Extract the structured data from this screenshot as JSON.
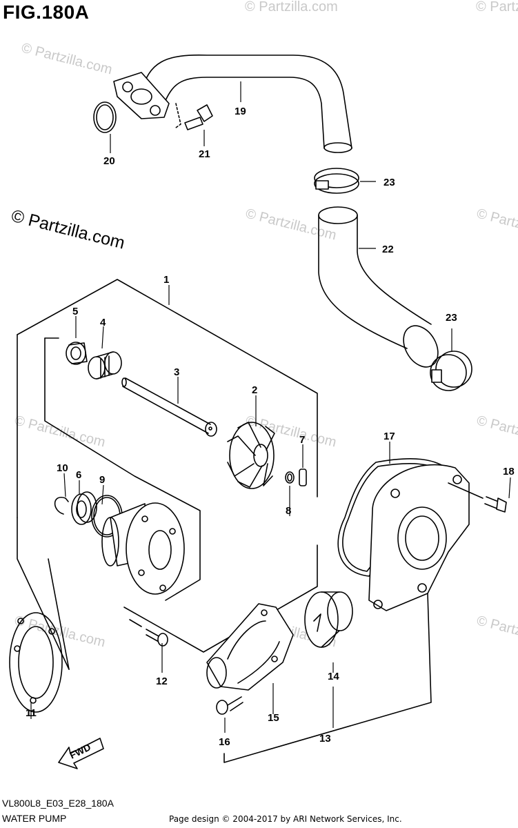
{
  "figure_title": "FIG.180A",
  "watermark_large": "© Partzilla.com",
  "watermark_small": "© Partzilla.com",
  "fwd_label": "FWD",
  "callouts": [
    "1",
    "2",
    "3",
    "4",
    "5",
    "6",
    "7",
    "8",
    "9",
    "10",
    "11",
    "12",
    "13",
    "14",
    "15",
    "16",
    "17",
    "18",
    "19",
    "20",
    "21",
    "22",
    "23",
    "23"
  ],
  "diagram_code": "VL800L8_E03_E28_180A",
  "section_name": "WATER PUMP",
  "copyright": "Page design © 2004-2017 by ARI Network Services, Inc."
}
